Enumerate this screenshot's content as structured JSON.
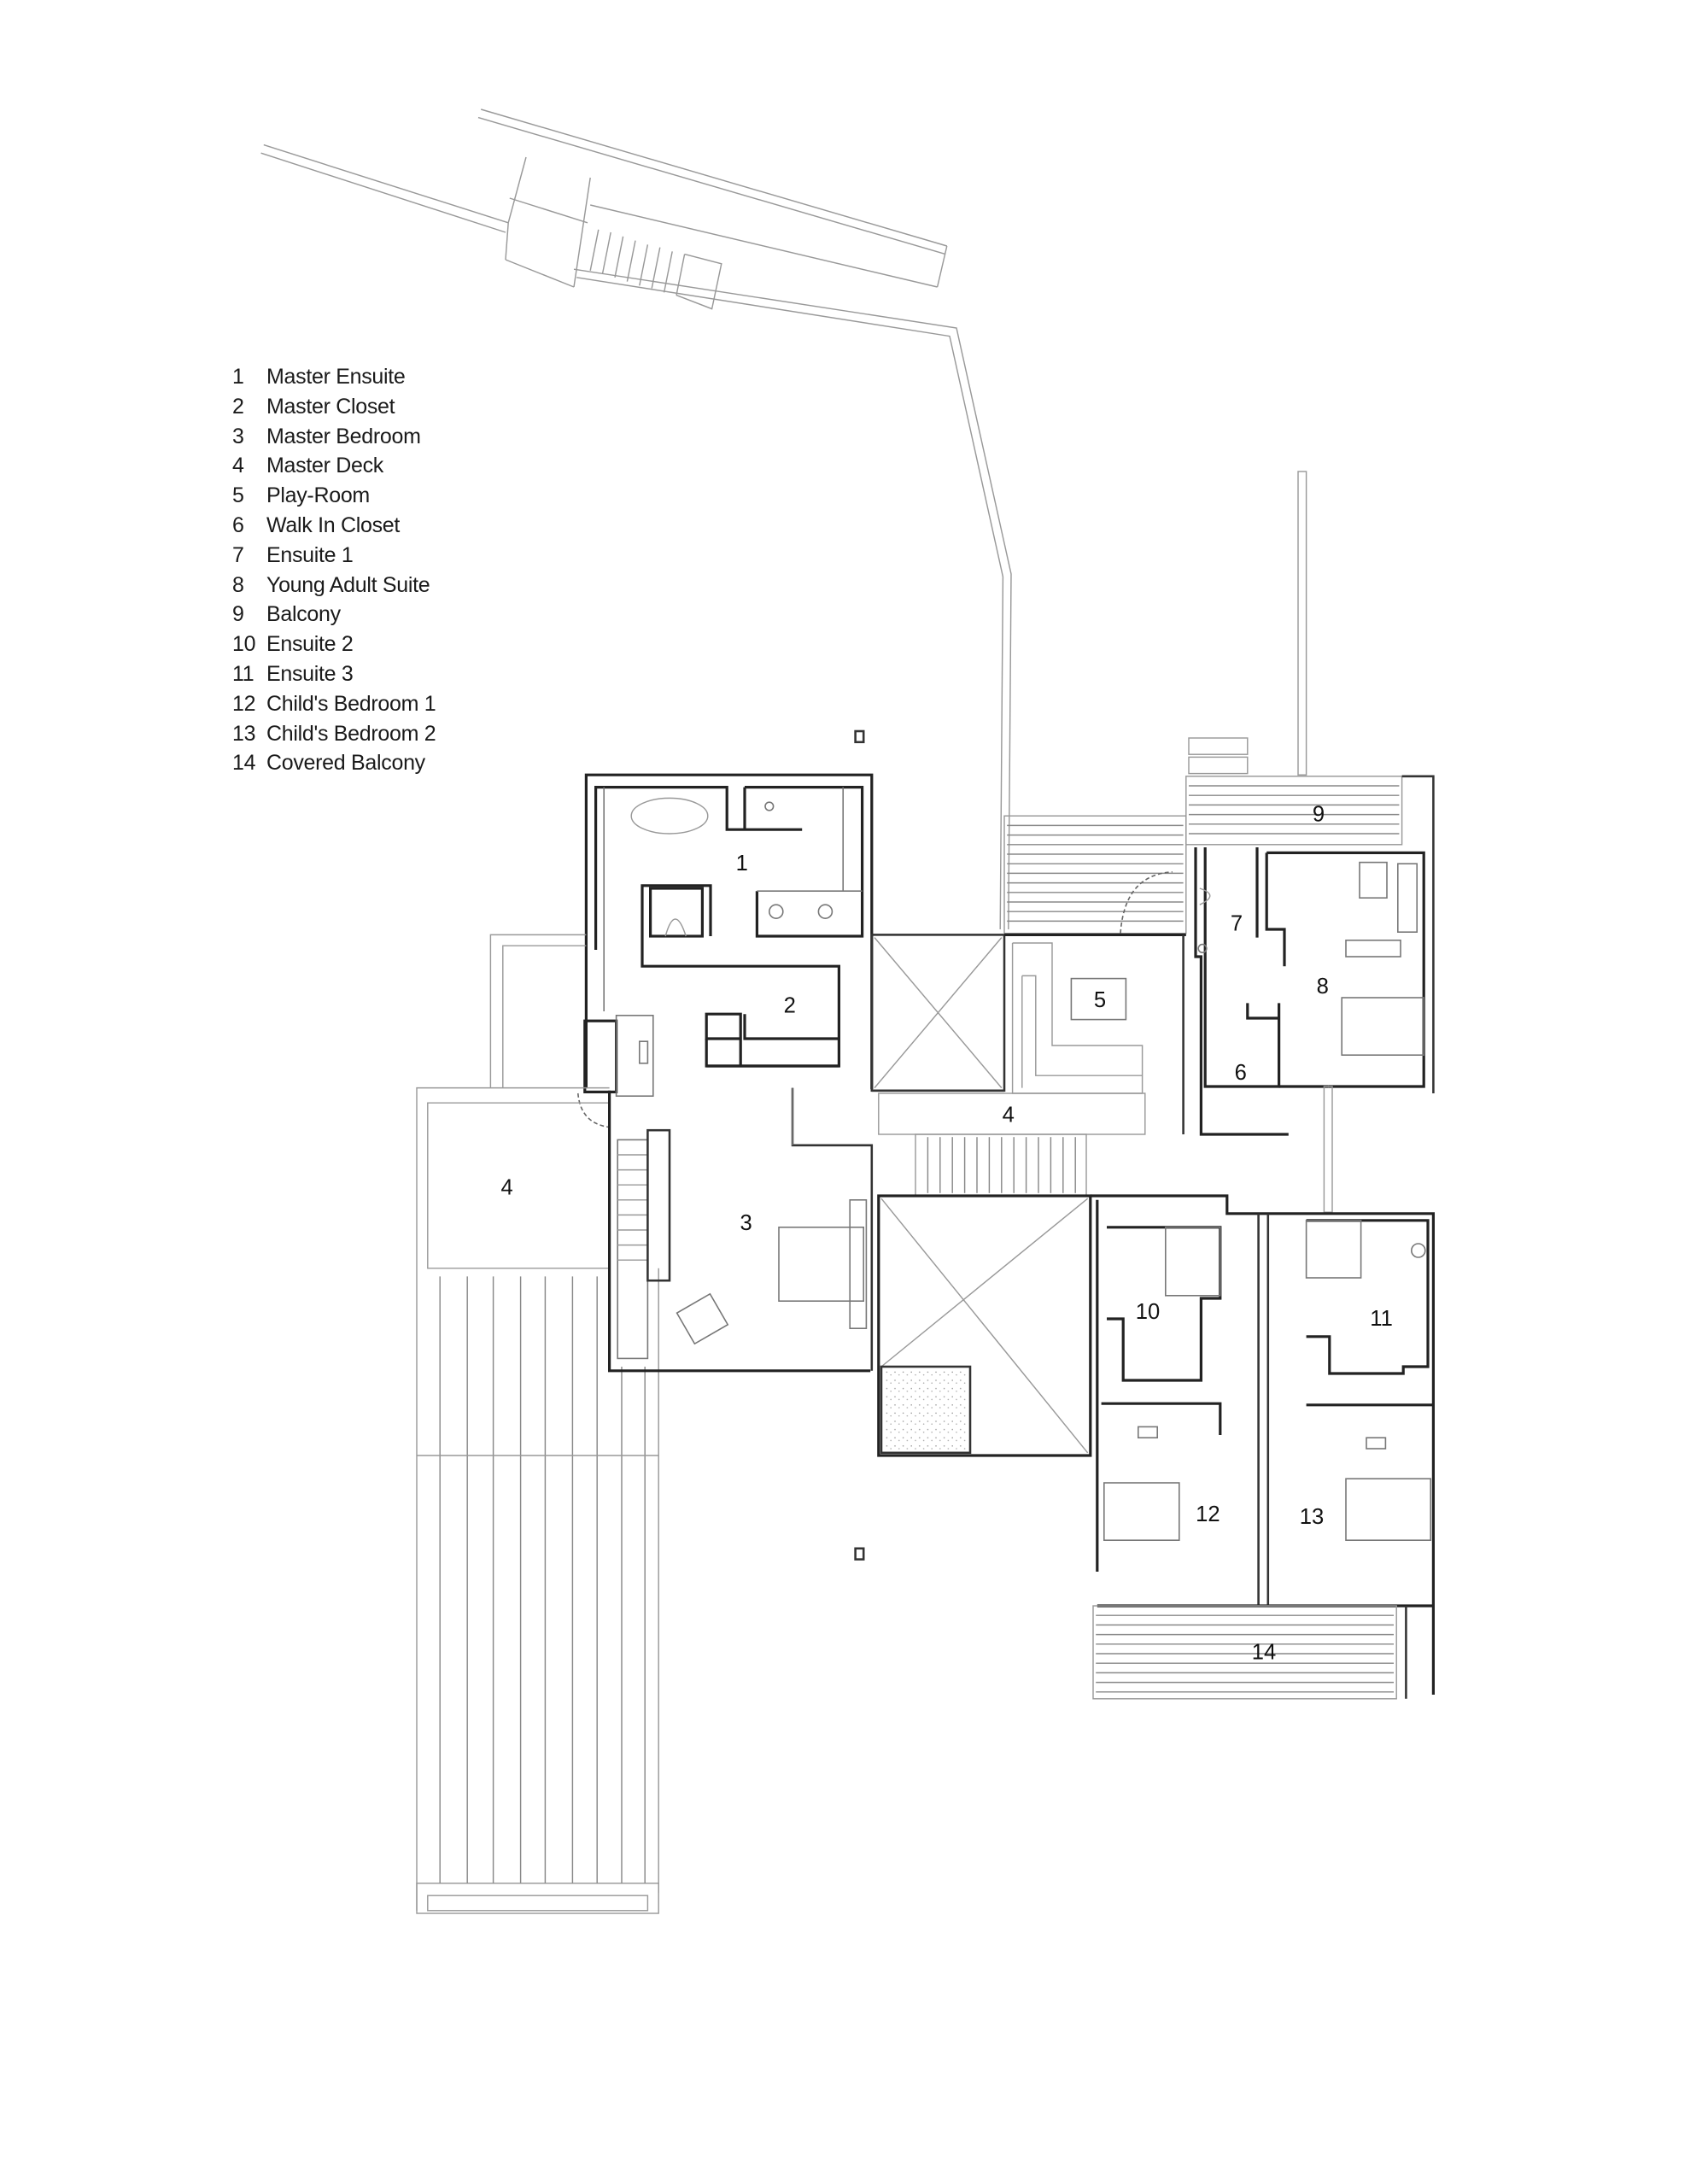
{
  "legend": {
    "items": [
      {
        "num": "1",
        "label": "Master Ensuite"
      },
      {
        "num": "2",
        "label": "Master Closet"
      },
      {
        "num": "3",
        "label": "Master Bedroom"
      },
      {
        "num": "4",
        "label": "Master Deck"
      },
      {
        "num": "5",
        "label": "Play-Room"
      },
      {
        "num": "6",
        "label": "Walk In Closet"
      },
      {
        "num": "7",
        "label": "Ensuite 1"
      },
      {
        "num": "8",
        "label": "Young Adult Suite"
      },
      {
        "num": "9",
        "label": "Balcony"
      },
      {
        "num": "10",
        "label": "Ensuite 2"
      },
      {
        "num": "11",
        "label": "Ensuite 3"
      },
      {
        "num": "12",
        "label": "Child's Bedroom 1"
      },
      {
        "num": "13",
        "label": "Child's Bedroom 2"
      },
      {
        "num": "14",
        "label": "Covered Balcony"
      }
    ]
  },
  "plan": {
    "room_labels": {
      "r1": "1",
      "r2": "2",
      "r3": "3",
      "r4_left": "4",
      "r4_center": "4",
      "r5": "5",
      "r6": "6",
      "r7": "7",
      "r8": "8",
      "r9": "9",
      "r10": "10",
      "r11": "11",
      "r12": "12",
      "r13": "13",
      "r14": "14"
    }
  }
}
